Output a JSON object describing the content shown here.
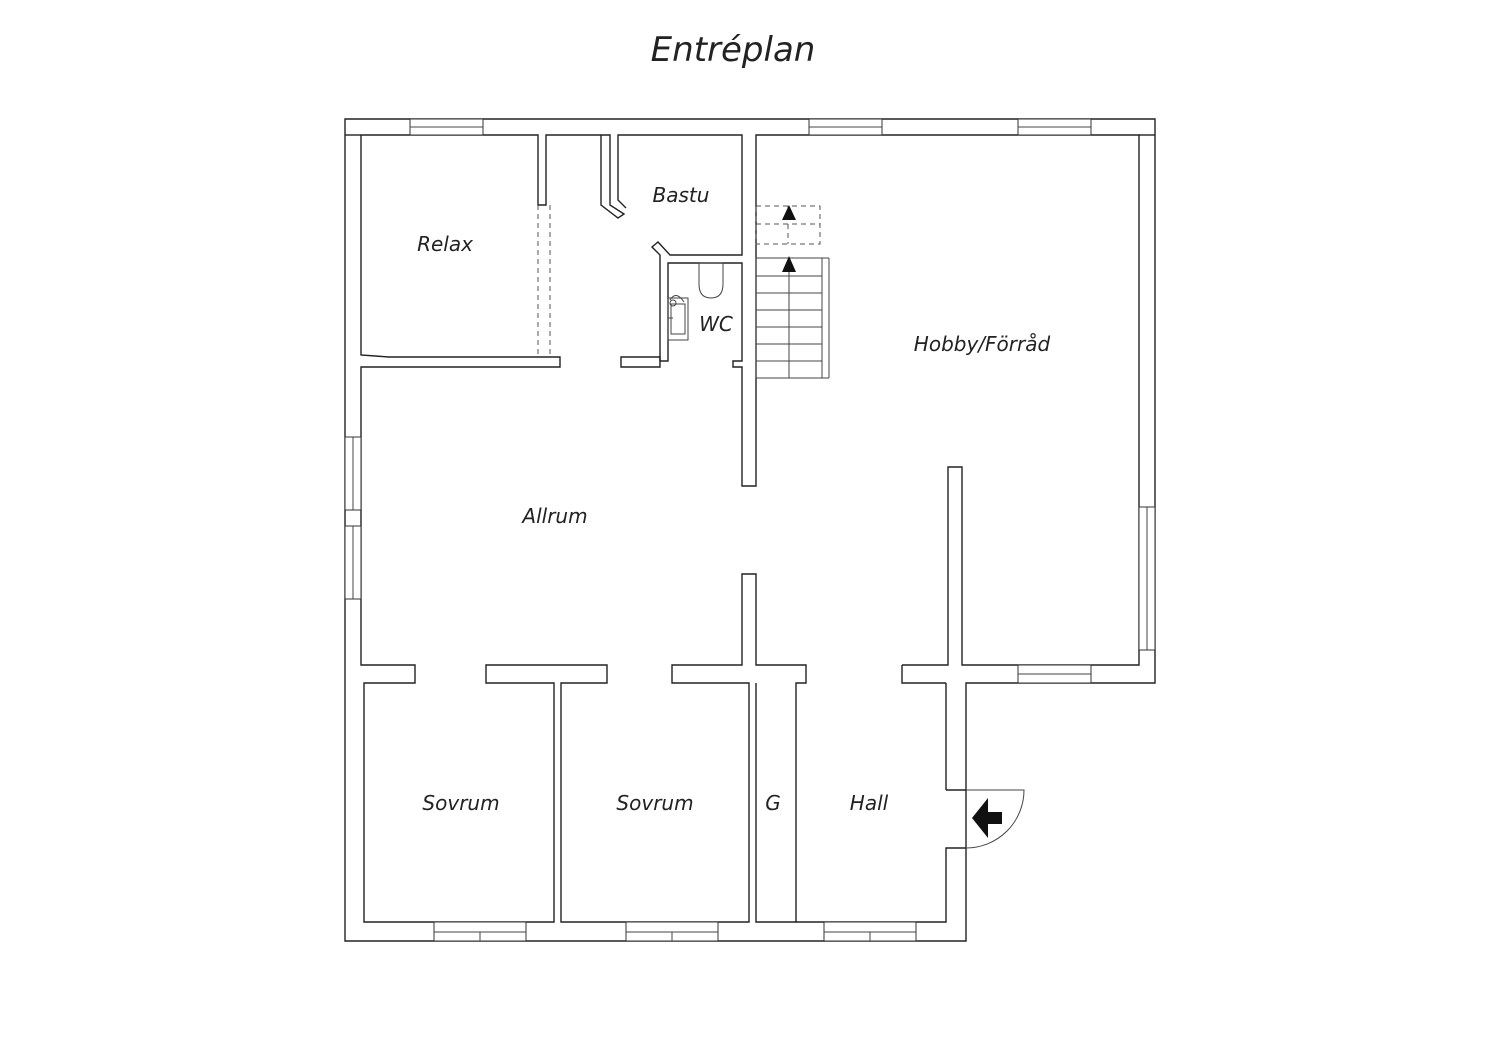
{
  "title": "Entréplan",
  "rooms": {
    "relax": "Relax",
    "bastu": "Bastu",
    "wc": "WC",
    "hobby": "Hobby/Förråd",
    "allrum": "Allrum",
    "sovrum_1": "Sovrum",
    "sovrum_2": "Sovrum",
    "garderob": "G",
    "hall": "Hall"
  },
  "icons": {
    "stair_arrow": "stair-direction-arrow-icon",
    "entrance": "entrance-arrow-icon"
  }
}
